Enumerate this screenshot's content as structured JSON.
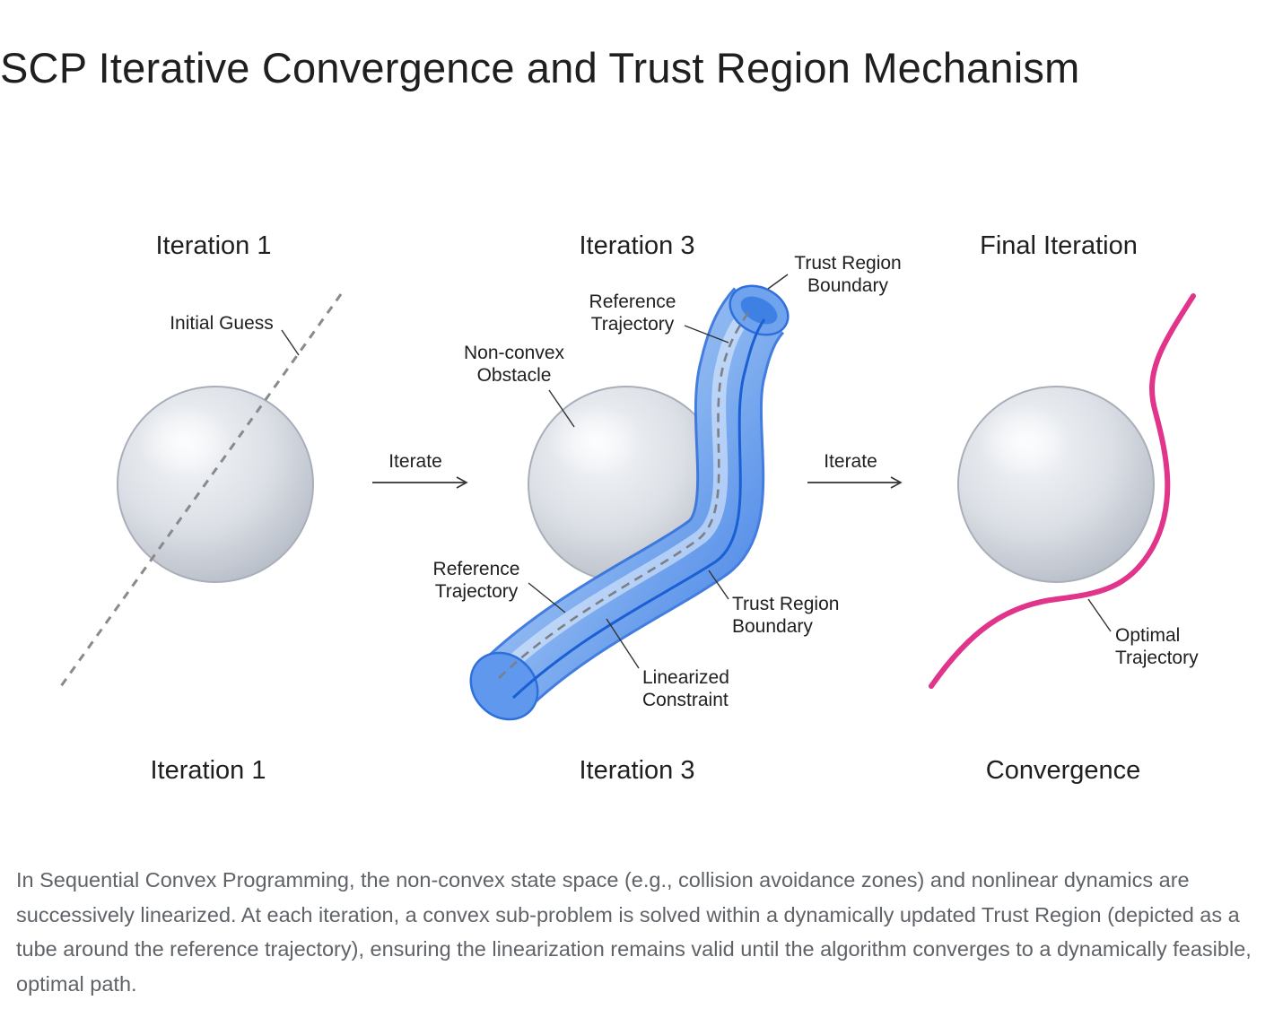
{
  "title": "SCP Iterative Convergence and Trust Region Mechanism",
  "panels": [
    {
      "heading": "Iteration 1",
      "footer": "Iteration 1"
    },
    {
      "heading": "Iteration 3",
      "footer": "Iteration 3"
    },
    {
      "heading": "Final Iteration",
      "footer": "Convergence"
    }
  ],
  "arrows": [
    "Iterate",
    "Iterate"
  ],
  "labels": {
    "initial_guess": "Initial Guess",
    "non_convex_obstacle": [
      "Non-convex",
      "Obstacle"
    ],
    "reference_trajectory_top": [
      "Reference",
      "Trajectory"
    ],
    "trust_region_boundary_top": [
      "Trust Region",
      "Boundary"
    ],
    "reference_trajectory_bottom": [
      "Reference",
      "Trajectory"
    ],
    "trust_region_boundary_bottom": [
      "Trust Region",
      "Boundary"
    ],
    "linearized_constraint": [
      "Linearized",
      "Constraint"
    ],
    "optimal_trajectory": [
      "Optimal",
      "Trajectory"
    ]
  },
  "colors": {
    "optimal_path": "#e0358a",
    "trust_tube": "#4a86e8",
    "constraint_line": "#1a5fd4",
    "obstacle": "#dde1e7"
  },
  "caption": "In Sequential Convex Programming, the non-convex state space (e.g., collision avoidance zones) and nonlinear dynamics are successively linearized. At each iteration, a convex sub-problem is solved within a dynamically updated Trust Region (depicted as a tube around the reference trajectory), ensuring the linearization remains valid until the algorithm converges to a dynamically feasible, optimal path."
}
